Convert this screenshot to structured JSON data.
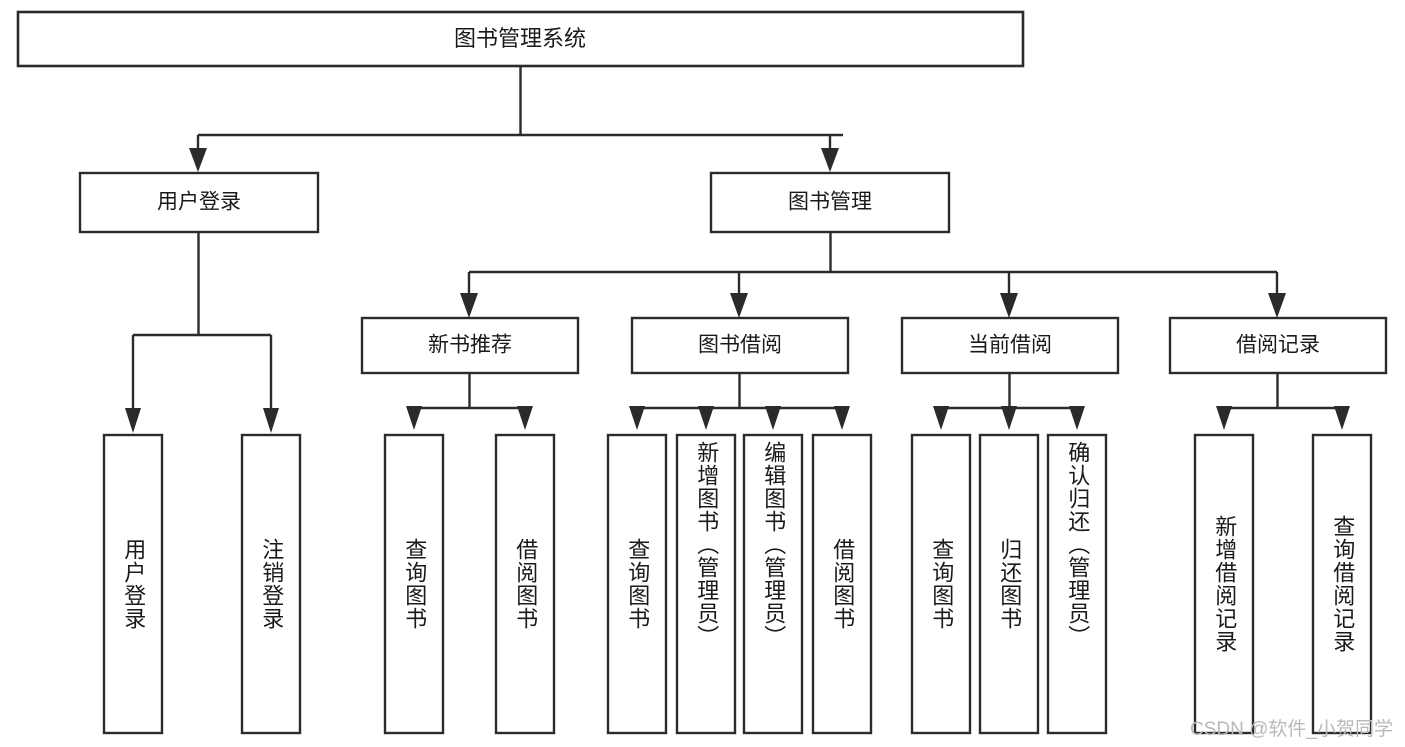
{
  "diagram": {
    "type": "tree",
    "title_node": "图书管理系统",
    "style": {
      "box_fill": "#ffffff",
      "box_stroke": "#2b2b2b",
      "text_color": "#1a1a1a",
      "background": "#ffffff",
      "watermark_color": "#b9b9b9"
    },
    "levels": [
      {
        "level": 0,
        "nodes": [
          {
            "id": "root",
            "label": "图书管理系统",
            "orientation": "horizontal"
          }
        ]
      },
      {
        "level": 1,
        "nodes": [
          {
            "id": "user-login",
            "label": "用户登录",
            "orientation": "horizontal",
            "parent": "root"
          },
          {
            "id": "book-manage",
            "label": "图书管理",
            "orientation": "horizontal",
            "parent": "root"
          }
        ]
      },
      {
        "level": 2,
        "nodes": [
          {
            "id": "new-book-rec",
            "label": "新书推荐",
            "orientation": "horizontal",
            "parent": "book-manage"
          },
          {
            "id": "book-borrow",
            "label": "图书借阅",
            "orientation": "horizontal",
            "parent": "book-manage"
          },
          {
            "id": "current-borrow",
            "label": "当前借阅",
            "orientation": "horizontal",
            "parent": "book-manage"
          },
          {
            "id": "borrow-record",
            "label": "借阅记录",
            "orientation": "horizontal",
            "parent": "book-manage"
          }
        ]
      },
      {
        "level": 3,
        "nodes": [
          {
            "id": "leaf-user-login",
            "label": "用户登录",
            "orientation": "vertical",
            "parent": "user-login"
          },
          {
            "id": "leaf-logout",
            "label": "注销登录",
            "orientation": "vertical",
            "parent": "user-login"
          },
          {
            "id": "leaf-query-book-1",
            "label": "查询图书",
            "orientation": "vertical",
            "parent": "new-book-rec"
          },
          {
            "id": "leaf-borrow-book-1",
            "label": "借阅图书",
            "orientation": "vertical",
            "parent": "new-book-rec"
          },
          {
            "id": "leaf-query-book-2",
            "label": "查询图书",
            "orientation": "vertical",
            "parent": "book-borrow"
          },
          {
            "id": "leaf-add-book",
            "label": "新增图书（管理员）",
            "orientation": "vertical",
            "parent": "book-borrow"
          },
          {
            "id": "leaf-edit-book",
            "label": "编辑图书（管理员）",
            "orientation": "vertical",
            "parent": "book-borrow"
          },
          {
            "id": "leaf-borrow-book-2",
            "label": "借阅图书",
            "orientation": "vertical",
            "parent": "book-borrow"
          },
          {
            "id": "leaf-query-book-3",
            "label": "查询图书",
            "orientation": "vertical",
            "parent": "current-borrow"
          },
          {
            "id": "leaf-return-book",
            "label": "归还图书",
            "orientation": "vertical",
            "parent": "current-borrow"
          },
          {
            "id": "leaf-confirm-return",
            "label": "确认归还（管理员）",
            "orientation": "vertical",
            "parent": "current-borrow"
          },
          {
            "id": "leaf-add-record",
            "label": "新增借阅记录",
            "orientation": "vertical",
            "parent": "borrow-record"
          },
          {
            "id": "leaf-query-record",
            "label": "查询借阅记录",
            "orientation": "vertical",
            "parent": "borrow-record"
          }
        ]
      }
    ],
    "watermark": "CSDN @软件_小贺同学"
  }
}
